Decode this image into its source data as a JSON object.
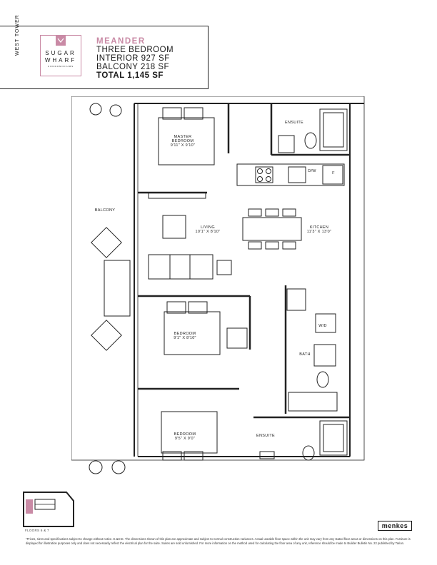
{
  "header": {
    "tower": "WEST TOWER",
    "logo_line1": "SUGAR",
    "logo_line2": "WHARF",
    "logo_line3": "CONDOMINIUMS",
    "model_name": "MEANDER",
    "specs": [
      "THREE BEDROOM",
      "INTERIOR 927 SF",
      "BALCONY 218 SF"
    ],
    "total": "TOTAL 1,145 SF",
    "accent_color": "#c98aa5"
  },
  "rooms": {
    "master_bedroom": {
      "name_line1": "MASTER",
      "name_line2": "BEDROOM",
      "dims": "9'11\" X 9'10\""
    },
    "ensuite_top": {
      "name": "ENSUITE"
    },
    "dw": {
      "name": "D/W"
    },
    "fridge": {
      "name": "F"
    },
    "balcony": {
      "name": "BALCONY"
    },
    "living": {
      "name": "LIVING",
      "dims": "10'1\" X 8'10\""
    },
    "kitchen": {
      "name": "KITCHEN",
      "dims": "11'3\" X 13'0\""
    },
    "bedroom_2": {
      "name": "BEDROOM",
      "dims": "9'1\" X 8'10\""
    },
    "wd": {
      "name": "W/D"
    },
    "bath": {
      "name": "BATH"
    },
    "bedroom_3": {
      "name": "BEDROOM",
      "dims": "9'5\" X 9'0\""
    },
    "ensuite_bottom": {
      "name": "ENSUITE"
    }
  },
  "footer": {
    "floors": "FLOORS 6 & 7",
    "disclaimer": "*Prices, sizes and specifications subject to change without notice. E.&O.E. The dimensions shown of this plan are approximate and subject to normal construction variances. Actual useable floor space within the unit may vary from any stated floor areas or dimensions on this plan. Furniture is displayed for illustration purposes only and does not necessarily reflect the electrical plan for the suite. Suites are sold unfurnished. For more information on the method used for calculating the floor area of any unit, reference should be made to Builder Bulletin No. 22 published by Tarion.",
    "brand": "menkes"
  }
}
